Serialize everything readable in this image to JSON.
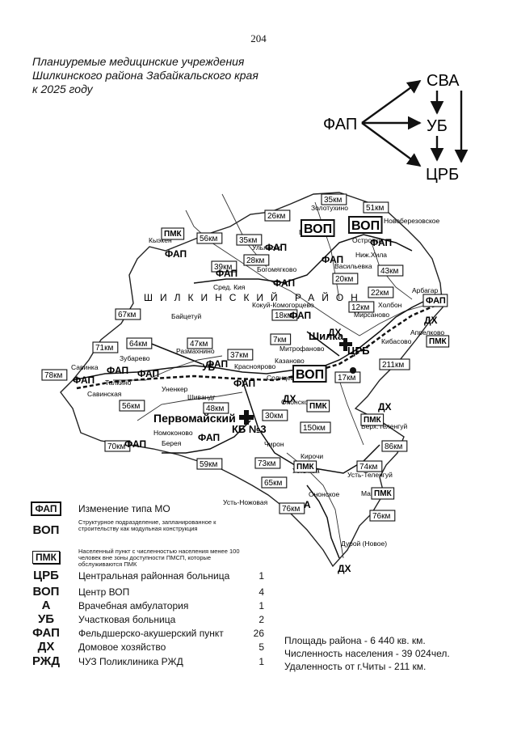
{
  "page_number": "204",
  "title": {
    "line1": "Планиуремые медицинские учреждения",
    "line2": "Шилкинского района Забайкальского края",
    "line3": "к 2025 году"
  },
  "hierarchy": {
    "fap": "ФАП",
    "sva": "СВА",
    "ub": "УБ",
    "crb": "ЦРБ"
  },
  "region_label": "ШИЛКИНСКИЙ РАЙОН",
  "map": {
    "facility_badges": [
      {
        "label": "ВОП"
      },
      {
        "label": "ВОП"
      },
      {
        "label": "ВОП"
      },
      {
        "label": "ФАП"
      },
      {
        "label": "ПМК"
      },
      {
        "label": "ПМК"
      },
      {
        "label": "ПМК"
      },
      {
        "label": "ПМК"
      },
      {
        "label": "ПМК"
      },
      {
        "label": "ПМК"
      }
    ],
    "distances": [
      "35км",
      "51км",
      "26км",
      "56км",
      "35км",
      "28км",
      "39км",
      "20км",
      "43км",
      "22км",
      "12км",
      "18км",
      "67км",
      "64км",
      "47км",
      "71км",
      "37км",
      "7км",
      "211км",
      "17км",
      "78км",
      "56км",
      "48км",
      "30км",
      "150км",
      "86км",
      "70км",
      "59км",
      "73км",
      "74км",
      "65км",
      "76км",
      "76км"
    ],
    "places": [
      "Золотухино",
      "Новоберезовское",
      "Верх.Хила",
      "Кыэкен",
      "Островки",
      "Ульяново",
      "Ниж.Хила",
      "Богомягково",
      "Васильевка",
      "Сред. Кия",
      "Кокуй-Комогорцево",
      "Арбагар",
      "Холбон",
      "Мирсаново",
      "Байцетуй",
      "Апрелково",
      "Кибасово",
      "Митрофаново",
      "Казаново",
      "Размахнино",
      "Зубарево",
      "Савинка",
      "Талкино",
      "Савинская",
      "Красноярово",
      "Солнцево",
      "Ононское",
      "Уненкер",
      "Шивандг",
      "Первомайский",
      "Номоконово",
      "Берея",
      "Чирон",
      "Кирочи",
      "Верх.Теленгуй",
      "Усть-Теленгуй",
      "Усть-Ага",
      "Макарово",
      "Усть-Ножовая",
      "Ононское",
      "Дурой (Новое)",
      "Шилка",
      "ЦРБ",
      "КБ №3"
    ],
    "symbols": [
      "ФАП",
      "ФАП",
      "ФАП",
      "ФАП",
      "ФАП",
      "ФАП",
      "ФАП",
      "ФАП",
      "ФАП",
      "ФАП",
      "ФАП",
      "ФАП",
      "ФАП",
      "ФАП",
      "ДХ",
      "ДХ",
      "ДХ",
      "ДХ",
      "ДХ",
      "УБ",
      "А"
    ]
  },
  "legend": [
    {
      "symbol": "ФАП",
      "style": "boxed",
      "desc": "Изменение типа МО",
      "count": ""
    },
    {
      "symbol": "ВОП",
      "style": "plain",
      "desc": "Структурное подразделение, запланированное к строительству как модульная конструкция",
      "count": "",
      "small": true
    },
    {
      "symbol": "ПМК",
      "style": "boxed-thin",
      "desc": "Населенный пункт с численностью населения менее 100 человек вне зоны доступности ПМСП, которые обслуживаются ПМК",
      "count": "",
      "small": true
    },
    {
      "symbol": "ЦРБ",
      "style": "plain",
      "desc": "Центральная районная больница",
      "count": "1"
    },
    {
      "symbol": "ВОП",
      "style": "plain",
      "desc": "Центр ВОП",
      "count": "4"
    },
    {
      "symbol": "А",
      "style": "plain",
      "desc": "Врачебная амбулатория",
      "count": "1"
    },
    {
      "symbol": "УБ",
      "style": "plain",
      "desc": "Участковая больница",
      "count": "2"
    },
    {
      "symbol": "ФАП",
      "style": "plain",
      "desc": "Фельдшерско-акушерский пункт",
      "count": "26"
    },
    {
      "symbol": "ДХ",
      "style": "plain",
      "desc": "Домовое хозяйство",
      "count": "5"
    },
    {
      "symbol": "РЖД",
      "style": "plain",
      "desc": "ЧУЗ Поликлиника РЖД",
      "count": "1"
    }
  ],
  "stats": {
    "area": "Площадь района - 6 440 кв. км.",
    "population": "Численность населения - 39 024чел.",
    "distance": "Удаленность от г.Читы - 211 км."
  }
}
